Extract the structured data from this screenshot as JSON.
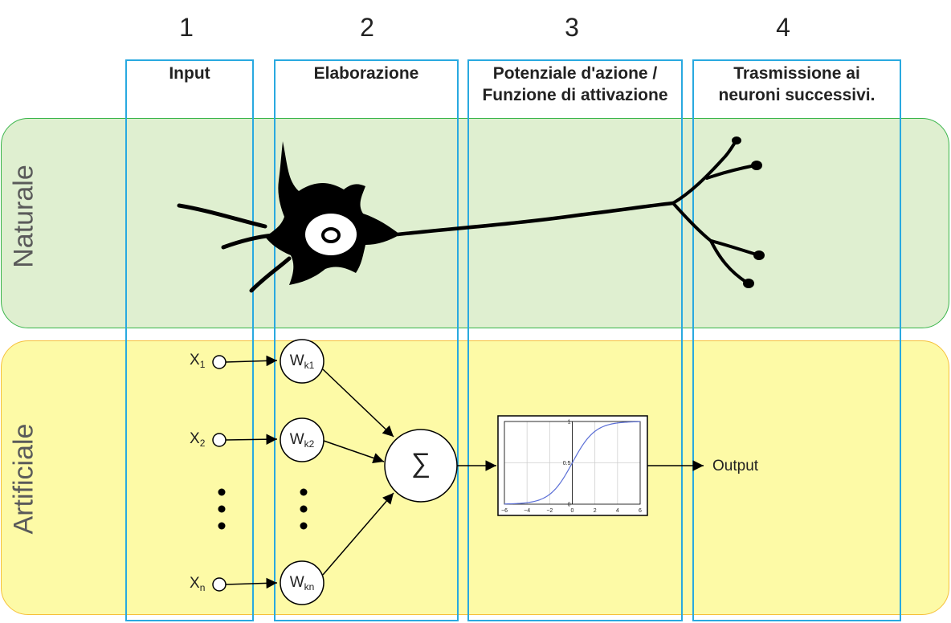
{
  "columns": [
    {
      "number": "1",
      "title": "Input"
    },
    {
      "number": "2",
      "title": "Elaborazione"
    },
    {
      "number": "3",
      "title_line1": "Potenziale d'azione /",
      "title_line2": "Funzione di attivazione"
    },
    {
      "number": "4",
      "title_line1": "Trasmissione ai",
      "title_line2": "neuroni successivi."
    }
  ],
  "rows": {
    "natural": "Naturale",
    "artificial": "Artificiale"
  },
  "inputs": [
    {
      "base": "X",
      "sub": "1"
    },
    {
      "base": "X",
      "sub": "2"
    },
    {
      "base": "X",
      "sub": "n"
    }
  ],
  "weights": [
    {
      "base": "W",
      "sub": "k1"
    },
    {
      "base": "W",
      "sub": "k2"
    },
    {
      "base": "W",
      "sub": "kn"
    }
  ],
  "sum_symbol": "∑",
  "output_label": "Output",
  "activation_plot": {
    "x_ticks": [
      "−6",
      "−4",
      "−2",
      "0",
      "2",
      "4",
      "6"
    ],
    "y_ticks": [
      "0",
      "0.5",
      "1"
    ]
  },
  "chart_data": {
    "type": "line",
    "series": [
      {
        "x": [
          -6,
          -4,
          -2,
          0,
          2,
          4,
          6
        ],
        "y": [
          0.0025,
          0.018,
          0.119,
          0.5,
          0.881,
          0.982,
          0.9975
        ]
      }
    ],
    "xlim": [
      -6,
      6
    ],
    "ylim": [
      0,
      1
    ],
    "grid": true
  },
  "colors": {
    "column_border": "#29a9e0",
    "natural_fill": "#dfefd0",
    "natural_border": "#39b54a",
    "artificial_fill": "#fdfaa6",
    "artificial_border": "#f6c03a",
    "curve": "#5b6fd6"
  }
}
